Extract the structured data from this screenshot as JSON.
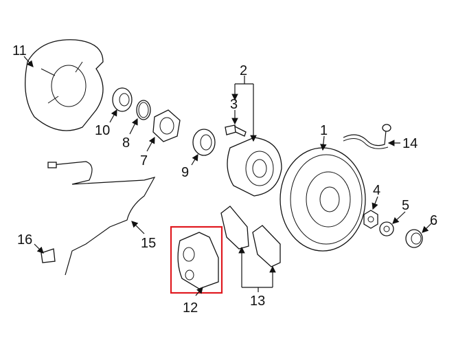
{
  "diagram": {
    "title": "Front brake assembly exploded view",
    "highlight_color": "#e0191f",
    "highlighted_part": "12",
    "callouts": [
      {
        "id": "c1",
        "label": "1"
      },
      {
        "id": "c2",
        "label": "2"
      },
      {
        "id": "c3",
        "label": "3"
      },
      {
        "id": "c4",
        "label": "4"
      },
      {
        "id": "c5",
        "label": "5"
      },
      {
        "id": "c6",
        "label": "6"
      },
      {
        "id": "c7",
        "label": "7"
      },
      {
        "id": "c8",
        "label": "8"
      },
      {
        "id": "c9",
        "label": "9"
      },
      {
        "id": "c10",
        "label": "10"
      },
      {
        "id": "c11",
        "label": "11"
      },
      {
        "id": "c12",
        "label": "12"
      },
      {
        "id": "c13",
        "label": "13"
      },
      {
        "id": "c14",
        "label": "14"
      },
      {
        "id": "c15",
        "label": "15"
      },
      {
        "id": "c16",
        "label": "16"
      }
    ]
  }
}
